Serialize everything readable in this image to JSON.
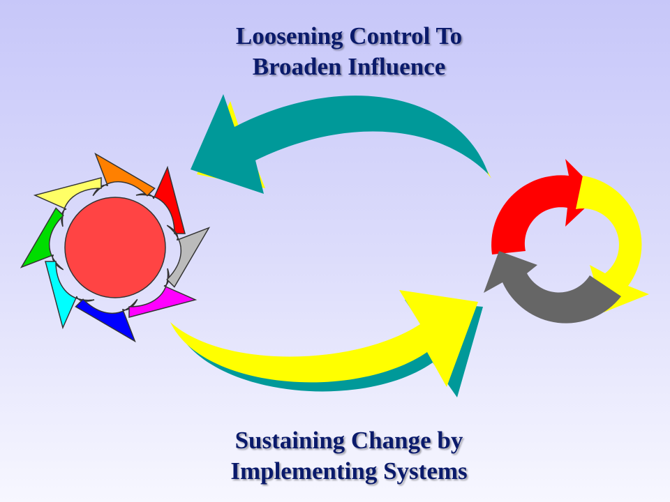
{
  "top_title": {
    "line1": "Loosening Control To",
    "line2": "Broaden Influence"
  },
  "bottom_title": {
    "line1": "Sustaining Change by",
    "line2": "Implementing Systems"
  },
  "colors": {
    "text": "#0a1a6b",
    "top_arrow": "#009999",
    "top_arrow_shadow": "#ffff00",
    "bottom_arrow": "#ffff00",
    "bottom_arrow_shadow": "#009999",
    "center_circle": "#ff4444",
    "pinwheel": [
      "#ff0000",
      "#ff8000",
      "#ffff66",
      "#00dd00",
      "#00ffff",
      "#0000ff",
      "#ff00ff",
      "#bbbbbb"
    ],
    "cycle": [
      "#ff0000",
      "#ffff00",
      "#666666"
    ]
  }
}
